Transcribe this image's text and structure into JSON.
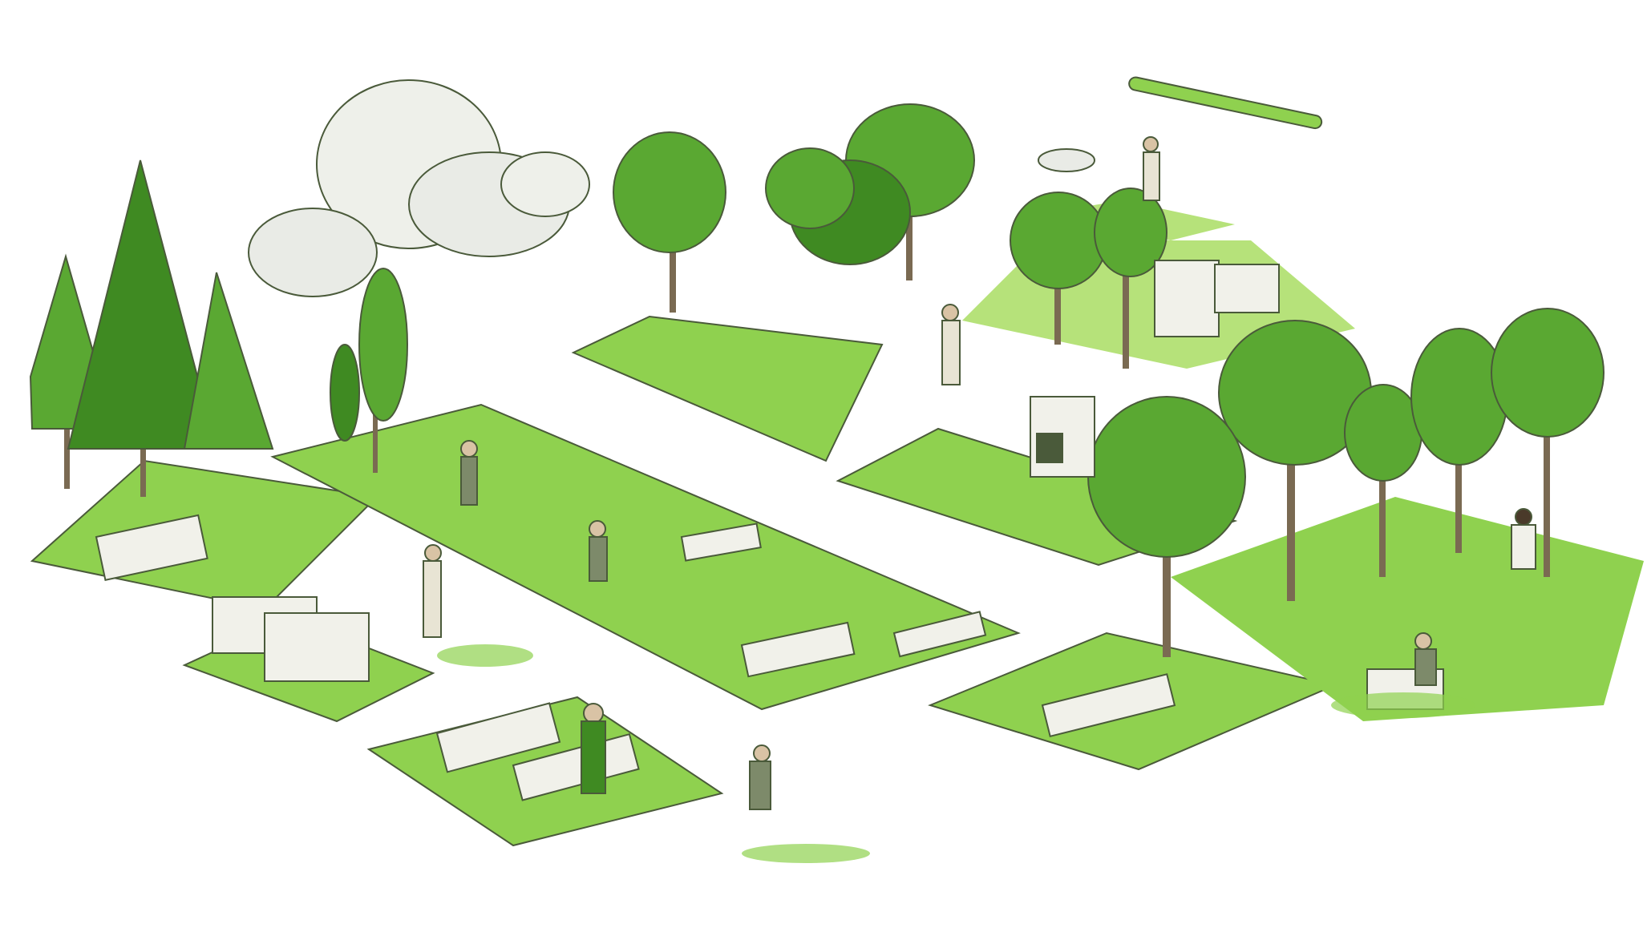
{
  "scene": {
    "kind": "illustration",
    "style": "isometric-line-art",
    "subject": "park-with-people-and-trees",
    "colors": {
      "background": "#ffffff",
      "grass": "#8fd14f",
      "grass_light": "#b6e27a",
      "grass_dark": "#6fb83a",
      "tree": "#5aa832",
      "tree_dark": "#3f8a22",
      "trunk": "#7a6a52",
      "furniture": "#f1f1ea",
      "outline": "#4a5a3a",
      "cloud": "#e9ebe6",
      "skin": "#d9c3a5",
      "clothing": "#7d8a6a"
    }
  }
}
